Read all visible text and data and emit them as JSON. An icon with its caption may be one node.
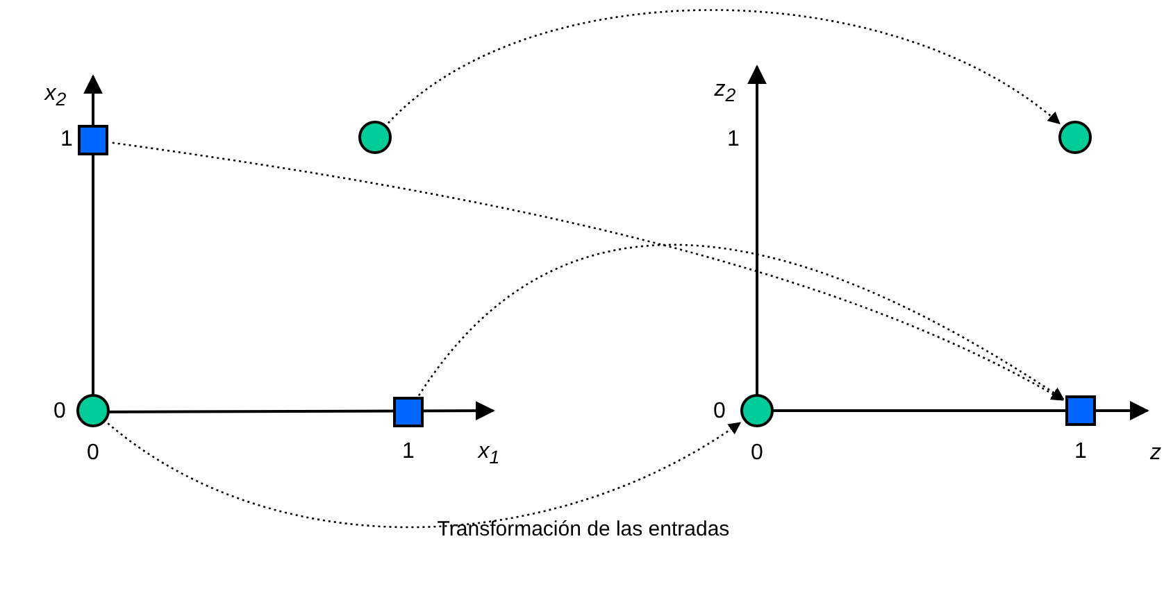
{
  "diagram": {
    "caption": "Transformación de las entradas",
    "nodes": [
      {
        "text": [],
        "shape": "box"
      },
      {
        "text": [],
        "shape": "circle"
      },
      {
        "text": [],
        "shape": "circle"
      },
      {
        "text": [],
        "shape": "circle"
      },
      {
        "text": [],
        "shape": "box"
      },
      {
        "text": [],
        "shape": "circle"
      },
      {
        "text": [],
        "shape": "box"
      }
    ],
    "edges": [
      {
        "from": 1,
        "to": 2,
        "arrow": "to"
      },
      {
        "from": 0,
        "to": 6,
        "arrow": "to"
      },
      {
        "from": 4,
        "to": 6,
        "arrow": "to"
      },
      {
        "from": 3,
        "to": 5,
        "arrow": "to"
      }
    ],
    "labels": [
      "x$_{2}$",
      "z$_{2}$",
      "1",
      "1",
      "0",
      "0",
      "0",
      "1",
      "x$_{1}$",
      "0",
      "1",
      "z"
    ]
  }
}
